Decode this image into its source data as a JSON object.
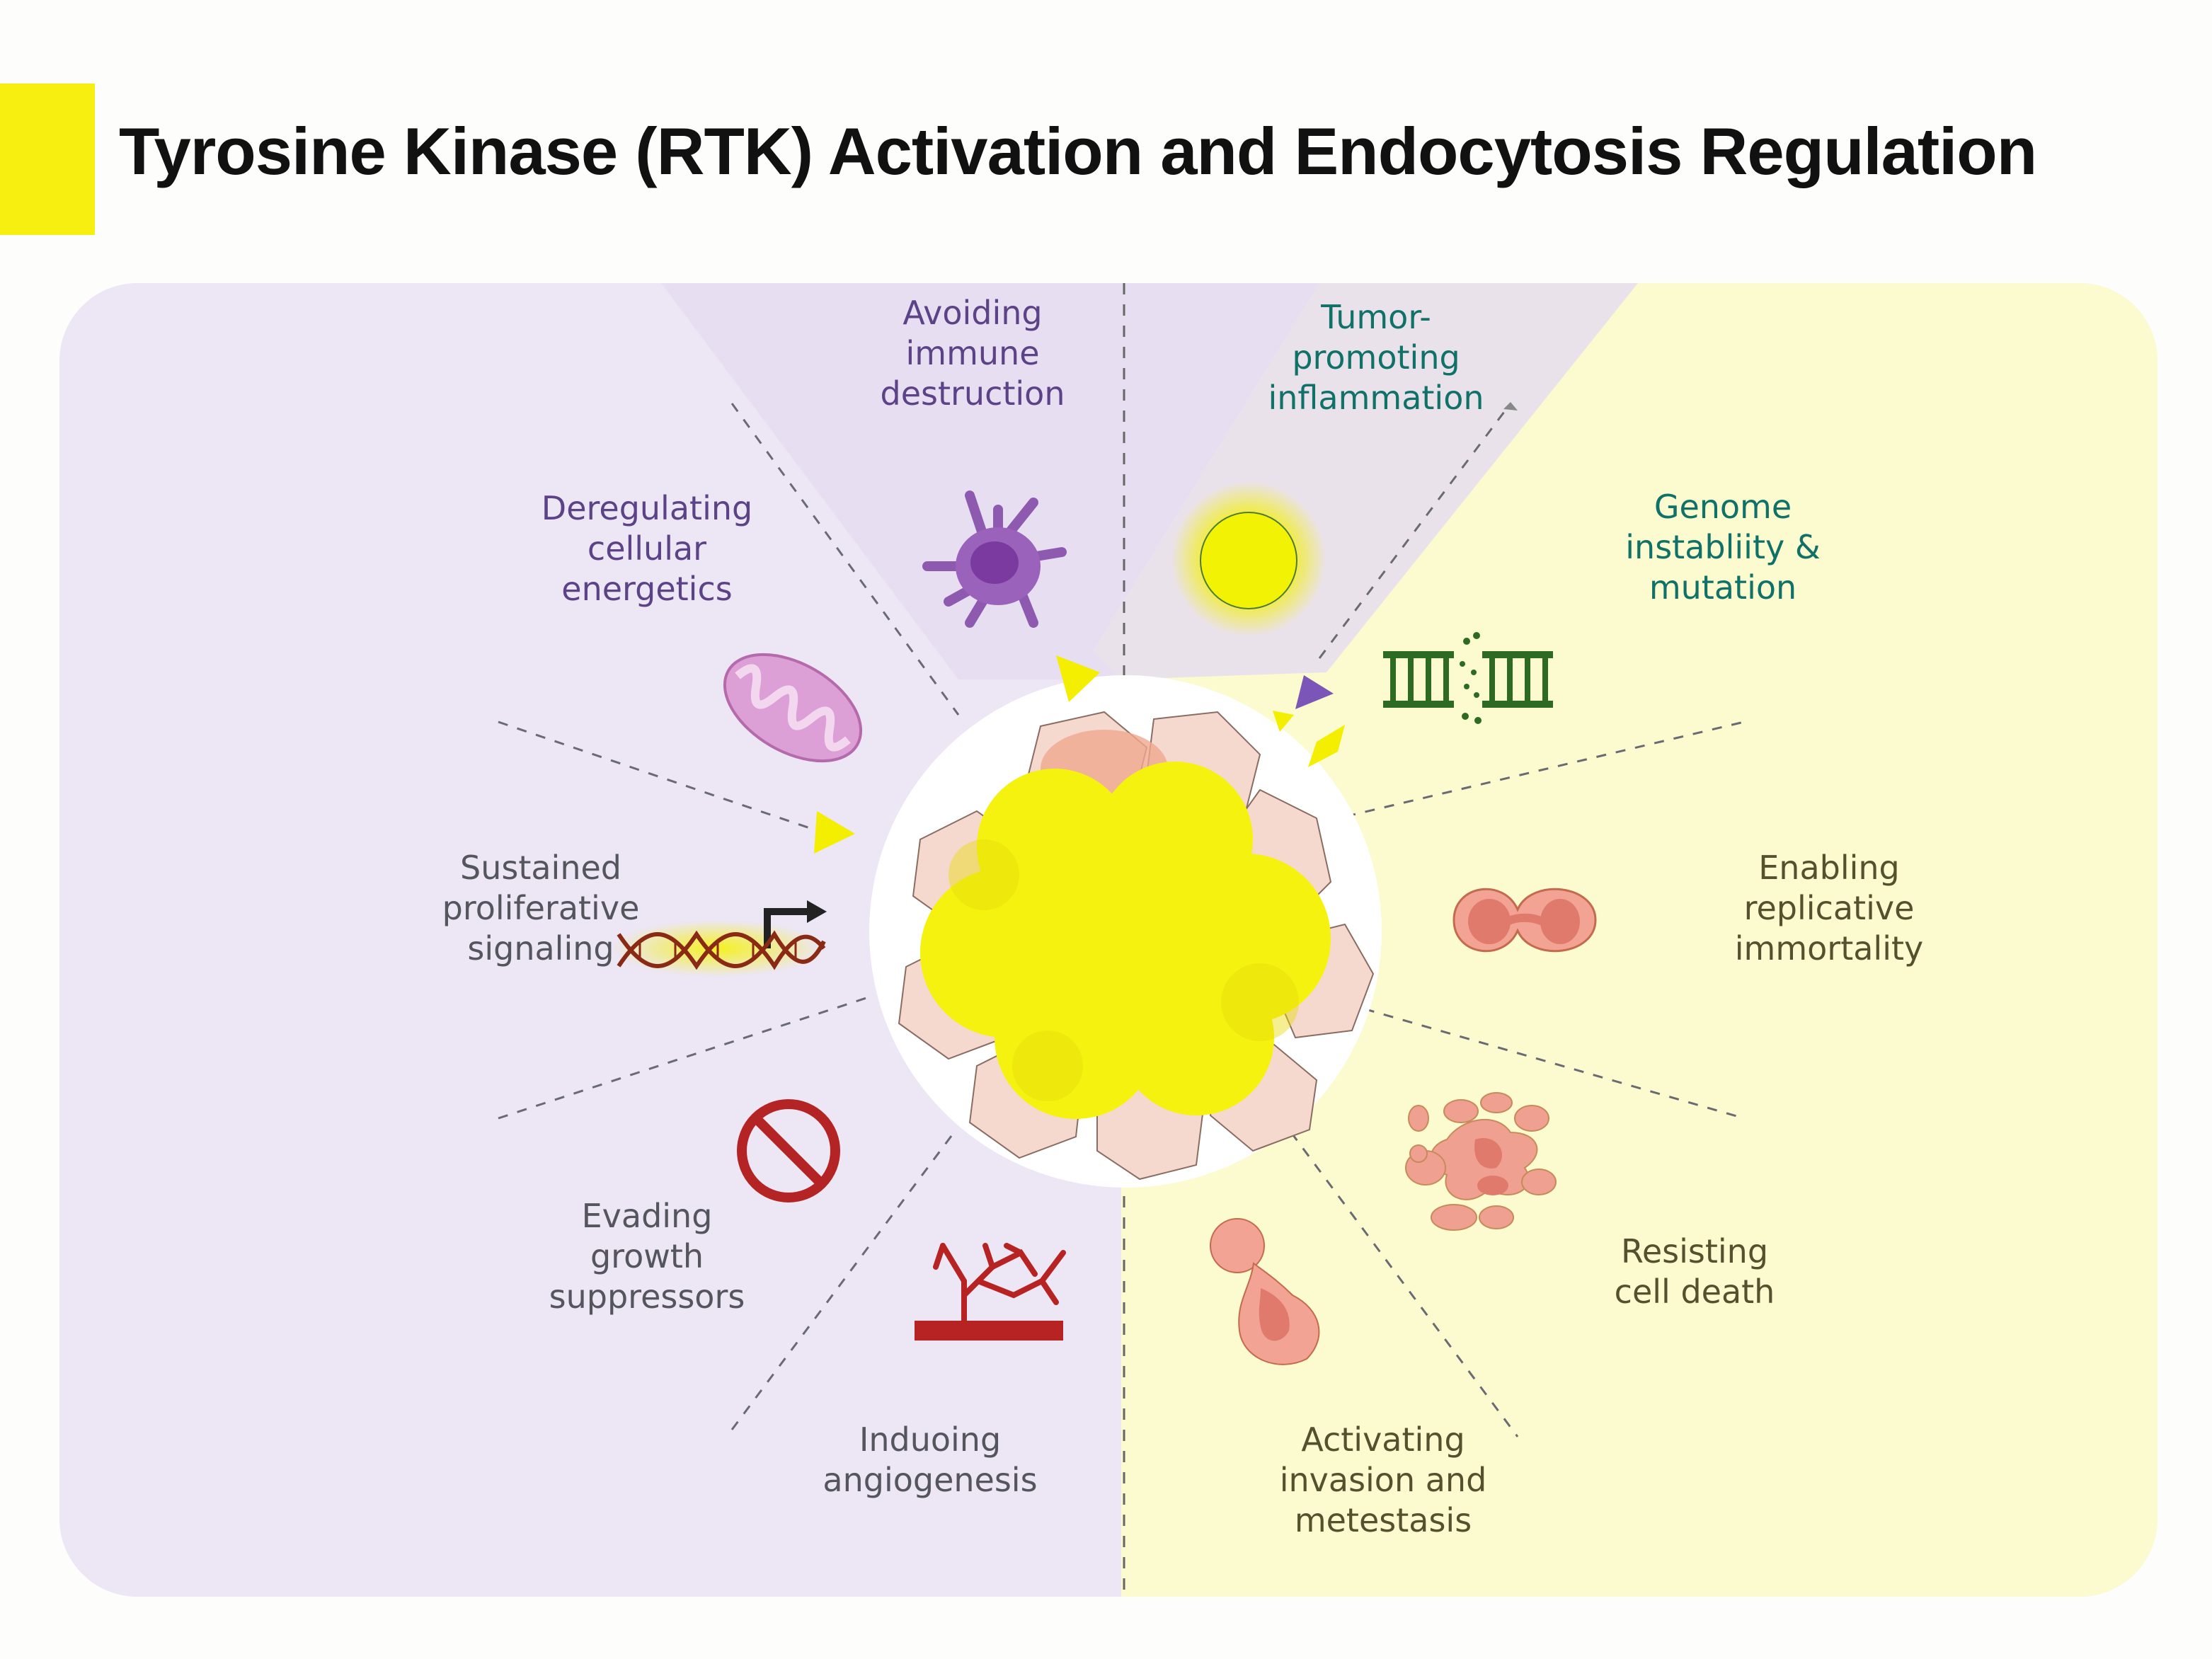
{
  "header": {
    "title": "Tyrosine Kinase (RTK) Activation and Endocytosis Regulation"
  },
  "colors": {
    "accent": "#f7ef10",
    "left_region": "#ece6f5",
    "right_region": "#fbfbcf",
    "tumor_core": "#f5f20f",
    "purple_text": "#5c4287",
    "teal_text": "#0f7167"
  },
  "center": {
    "name": "Tumor cell cluster",
    "icon": "tumor-cluster-icon"
  },
  "hallmarks": [
    {
      "id": "avoiding-immune-destruction",
      "label": "Avoiding\nimmune\ndestruction",
      "icon": "immune-cell-icon",
      "side": "left"
    },
    {
      "id": "tumor-promoting-inflammation",
      "label": "Tumor-\npromoting\ninflammation",
      "icon": "inflammation-sphere-icon",
      "side": "right"
    },
    {
      "id": "deregulating-cellular-energetics",
      "label": "Deregulating\ncellular\nenergetics",
      "icon": "mitochondrion-icon",
      "side": "left"
    },
    {
      "id": "genome-instability",
      "label": "Genome\ninstabliity &\nmutation",
      "icon": "broken-dna-icon",
      "side": "right"
    },
    {
      "id": "sustained-proliferative-signaling",
      "label": "Sustained\nproliferative\nsignaling",
      "icon": "dna-promoter-icon",
      "side": "left"
    },
    {
      "id": "enabling-replicative-immortality",
      "label": "Enabling\nreplicative\nimmortality",
      "icon": "dividing-cell-icon",
      "side": "right"
    },
    {
      "id": "evading-growth-suppressors",
      "label": "Evading\ngrowth\nsuppressors",
      "icon": "prohibition-icon",
      "side": "left"
    },
    {
      "id": "resisting-cell-death",
      "label": "Resisting\ncell death",
      "icon": "apoptotic-cell-icon",
      "side": "right"
    },
    {
      "id": "inducing-angiogenesis",
      "label": "Induoing\nangiogenesis",
      "icon": "blood-vessel-icon",
      "side": "left"
    },
    {
      "id": "activating-invasion-metastasis",
      "label": "Activating\ninvasion and\nmetestasis",
      "icon": "migrating-cell-icon",
      "side": "right"
    }
  ]
}
